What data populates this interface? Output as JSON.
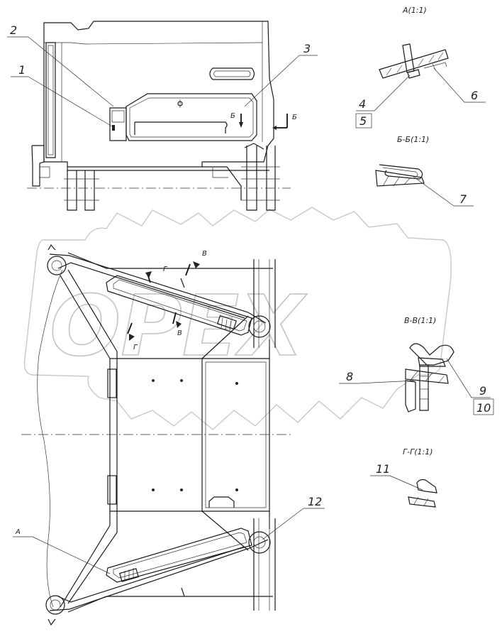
{
  "watermark": {
    "text": "OPEX"
  },
  "views": {
    "detail_a": {
      "title": "А(1:1)"
    },
    "section_bb": {
      "title": "Б-Б(1:1)"
    },
    "section_vv": {
      "title": "В-В(1:1)"
    },
    "section_gg": {
      "title": "Г-Г(1:1)"
    }
  },
  "section_markers": {
    "b_upper": "Б",
    "b_right": "Б",
    "v_upper": "В",
    "v_lower": "В",
    "g_upper": "Г",
    "g_lower": "Г",
    "a_view": "А"
  },
  "callouts": [
    {
      "id": "1",
      "text": "1",
      "boxed": false
    },
    {
      "id": "2",
      "text": "2",
      "boxed": false
    },
    {
      "id": "3",
      "text": "3",
      "boxed": false
    },
    {
      "id": "4",
      "text": "4",
      "boxed": false
    },
    {
      "id": "5",
      "text": "5",
      "boxed": true
    },
    {
      "id": "6",
      "text": "6",
      "boxed": false
    },
    {
      "id": "7",
      "text": "7",
      "boxed": false
    },
    {
      "id": "8",
      "text": "8",
      "boxed": false
    },
    {
      "id": "9",
      "text": "9",
      "boxed": false
    },
    {
      "id": "10",
      "text": "10",
      "boxed": true
    },
    {
      "id": "11",
      "text": "11",
      "boxed": false
    },
    {
      "id": "12",
      "text": "12",
      "boxed": false
    }
  ],
  "colors": {
    "line": "#1a1a1a",
    "watermark": "#c8c8c8",
    "background": "#ffffff"
  }
}
